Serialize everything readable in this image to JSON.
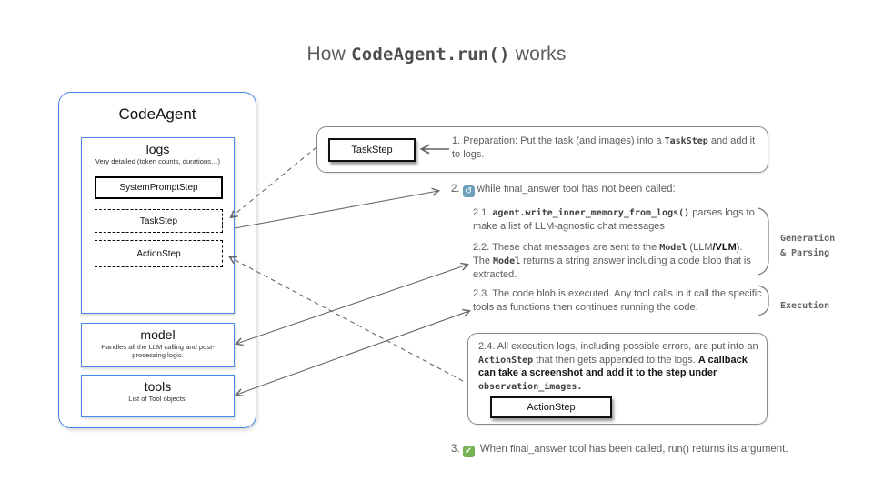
{
  "title": {
    "prefix": "How ",
    "code": "CodeAgent.run()",
    "suffix": " works"
  },
  "colors": {
    "accent_blue": "#4a86e8",
    "box_border_gray": "#8a8a8a",
    "body_text": "#595d60",
    "loop_icon_blue": "#6d9eba",
    "check_icon_green": "#77b255"
  },
  "agent": {
    "title": "CodeAgent",
    "logs": {
      "title": "logs",
      "subtitle": "Very detailed (token counts, durations…)",
      "steps": [
        {
          "label": "SystemPromptStep"
        },
        {
          "label": "TaskStep"
        },
        {
          "label": "ActionStep"
        }
      ]
    },
    "model": {
      "title": "model",
      "subtitle": "Handles all the LLM calling and post-processing logic."
    },
    "tools": {
      "title": "tools",
      "subtitle": "List of Tool objects."
    }
  },
  "flow": {
    "step1": {
      "chip": "TaskStep",
      "num": "1.",
      "t1": "  Preparation: Put the task (and images) into a ",
      "c1": "TaskStep",
      "t2": " and add it to logs."
    },
    "step2": {
      "num": "2.",
      "icon_glyph": "↺",
      "t1": "while ",
      "c1": "final_answer tool",
      "t2": " has not been called:"
    },
    "step21": {
      "t1": "2.1. ",
      "c1": "agent.write_inner_memory_from_logs()",
      "t2": " parses logs to make a list of LLM-agnostic chat messages"
    },
    "step22": {
      "t1": "2.2. These chat messages are sent to the ",
      "c1": "Model",
      "t2": " (LLM",
      "b1": "/VLM",
      "t3": "). The ",
      "c2": "Model",
      "t4": " returns a string answer including a code blob that is extracted."
    },
    "step23": {
      "t1": "2.3. The code blob is executed. Any tool calls in it call the specific tools as functions then continues running the code."
    },
    "step24": {
      "t1": "2.4. All execution logs, including possible errors, are put into an ",
      "c1": "ActionStep",
      "t2": " that then gets appended to the logs. ",
      "b1": "A callback can take a screenshot and add it to the step under ",
      "cb1": "observation_images.",
      "chip": "ActionStep"
    },
    "step3": {
      "num": "3.",
      "icon_glyph": "✓",
      "t1": " When ",
      "c1": "final_answer",
      "t2": " tool has been called, ",
      "c2": "run()",
      "t3": " returns its argument."
    },
    "side_labels": {
      "generation_line1": "Generation",
      "generation_line2": "& Parsing",
      "execution": "Execution"
    }
  }
}
